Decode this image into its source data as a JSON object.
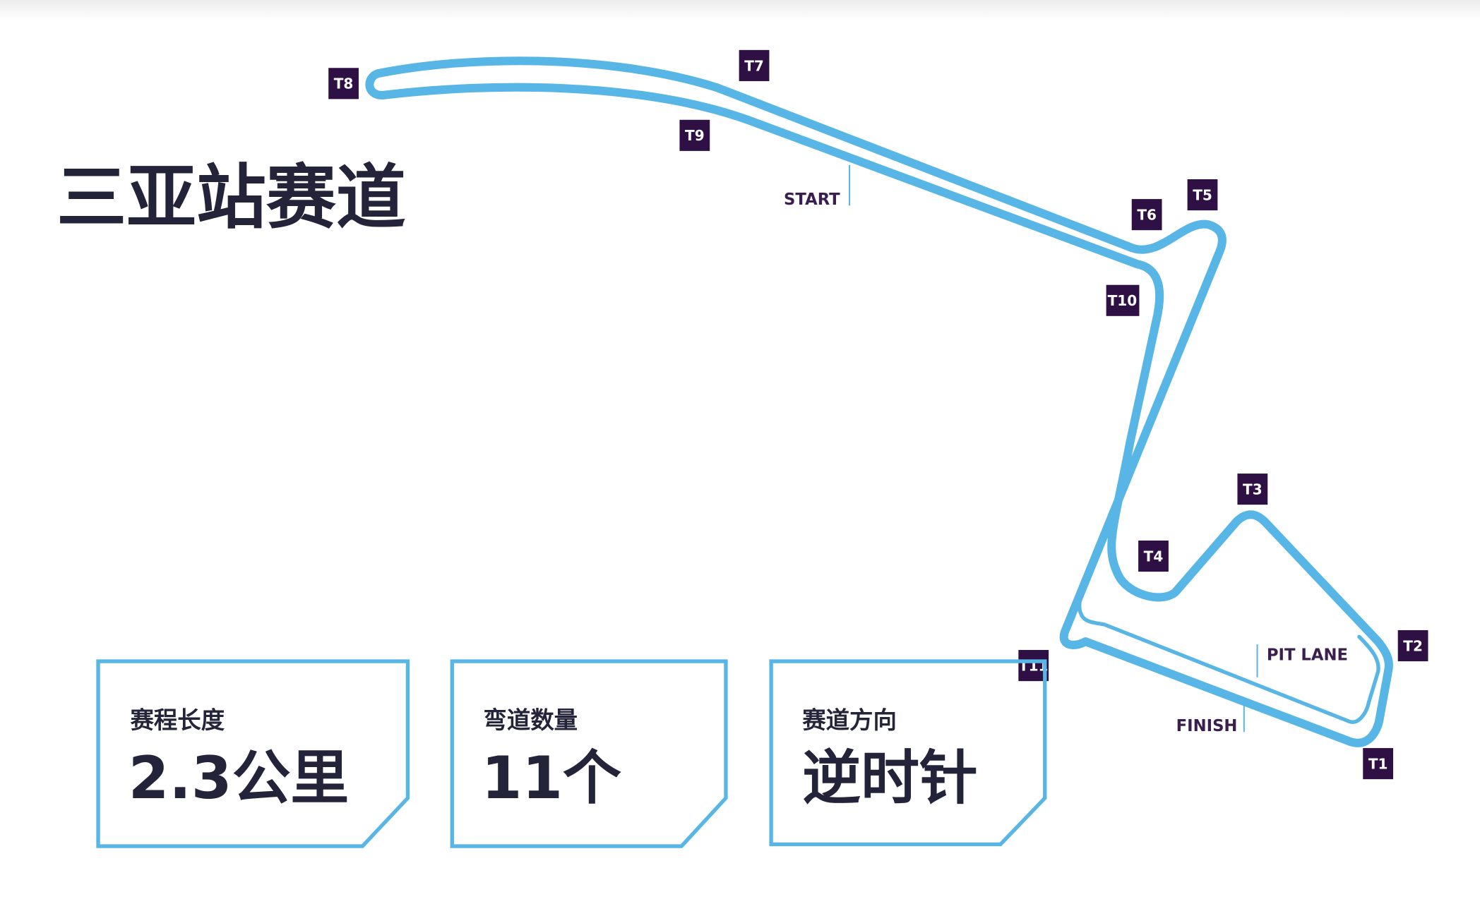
{
  "title": "三亚站赛道",
  "colors": {
    "track": "#58b6e6",
    "tag_bg": "#2e1044",
    "text": "#23233a",
    "marker_text": "#3a1e4f"
  },
  "turns": [
    "T1",
    "T2",
    "T3",
    "T4",
    "T5",
    "T6",
    "T7",
    "T8",
    "T9",
    "T10",
    "T11"
  ],
  "markers": {
    "start": "START",
    "finish": "FINISH",
    "pit_lane": "PIT LANE"
  },
  "cards": [
    {
      "label": "赛程长度",
      "value": "2.3公里"
    },
    {
      "label": "弯道数量",
      "value": "11个"
    },
    {
      "label": "赛道方向",
      "value": "逆时针"
    }
  ]
}
